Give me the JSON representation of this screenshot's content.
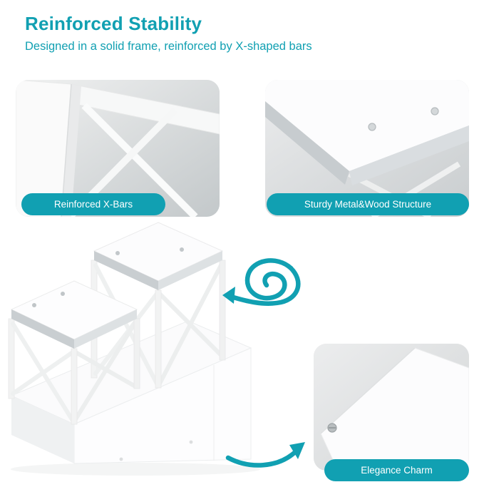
{
  "header": {
    "title": "Reinforced Stability",
    "subtitle": "Designed in a solid frame, reinforced by X-shaped bars"
  },
  "callouts": {
    "xbars": {
      "label": "Reinforced X-Bars"
    },
    "structure": {
      "label": "Sturdy Metal&Wood Structure"
    },
    "elegance": {
      "label": "Elegance Charm"
    }
  },
  "product": {
    "description": "White two-tier side table with X-shaped support bars and long base shelf"
  },
  "icons": {
    "swirl_arrow": "swirl-arrow-icon",
    "curved_arrow": "curved-arrow-icon"
  },
  "colors": {
    "accent": "#11A0B2",
    "pill_text": "#FFFFFF",
    "silver_edge": "#C9CED1"
  }
}
